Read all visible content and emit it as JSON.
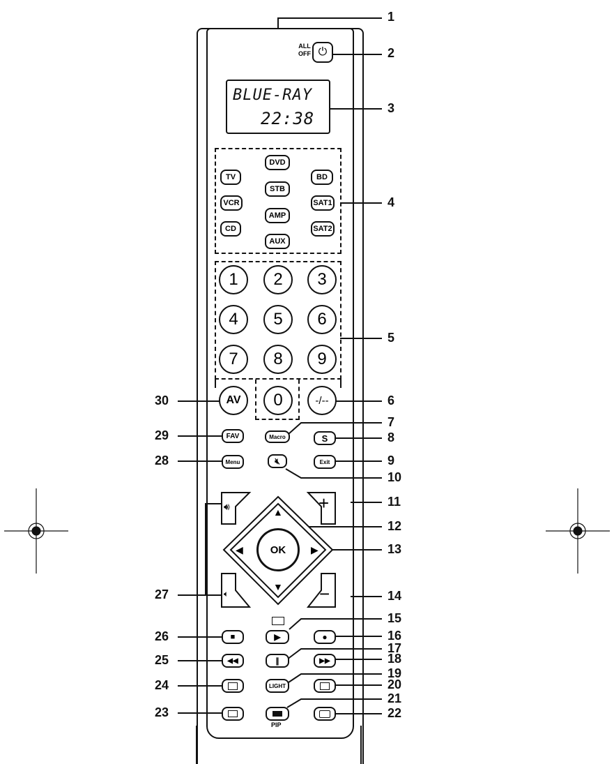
{
  "power": {
    "top_label_line1": "ALL",
    "top_label_line2": "OFF",
    "icon": "power-icon"
  },
  "lcd": {
    "line1": "BLUE-RAY",
    "line2": "22:38"
  },
  "source_buttons": {
    "tv": "TV",
    "dvd": "DVD",
    "bd": "BD",
    "stb": "STB",
    "vcr": "VCR",
    "sat1": "SAT1",
    "amp": "AMP",
    "cd": "CD",
    "sat2": "SAT2",
    "aux": "AUX"
  },
  "digits": {
    "d1": "1",
    "d2": "2",
    "d3": "3",
    "d4": "4",
    "d5": "5",
    "d6": "6",
    "d7": "7",
    "d8": "8",
    "d9": "9",
    "d0": "0"
  },
  "keys": {
    "av": "AV",
    "dash": "-/--",
    "fav": "FAV",
    "macro": "Macro",
    "s": "S",
    "menu": "Menu",
    "exit": "Exit",
    "ok": "OK",
    "light": "LIGHT",
    "pip": "PIP",
    "plus": "+",
    "minus": "−"
  },
  "icons": {
    "mute": "mute-icon",
    "vol_up": "volume-up-icon",
    "vol_down": "volume-down-icon",
    "up": "arrow-up-icon",
    "down": "arrow-down-icon",
    "left": "arrow-left-icon",
    "right": "arrow-right-icon",
    "stop": "stop-icon",
    "play": "play-icon",
    "record": "record-icon",
    "rewind": "rewind-icon",
    "pause": "pause-icon",
    "ffwd": "fast-forward-icon",
    "teletext": "teletext-icon",
    "subtitle": "subtitle-icon",
    "wide": "widescreen-icon"
  },
  "callouts": {
    "n1": "1",
    "n2": "2",
    "n3": "3",
    "n4": "4",
    "n5": "5",
    "n6": "6",
    "n7": "7",
    "n8": "8",
    "n9": "9",
    "n10": "10",
    "n11": "11",
    "n12": "12",
    "n13": "13",
    "n14": "14",
    "n15": "15",
    "n16": "16",
    "n17": "17",
    "n18": "18",
    "n19": "19",
    "n20": "20",
    "n21": "21",
    "n22": "22",
    "n23": "23",
    "n24": "24",
    "n25": "25",
    "n26": "26",
    "n27": "27",
    "n28": "28",
    "n29": "29",
    "n30": "30"
  }
}
